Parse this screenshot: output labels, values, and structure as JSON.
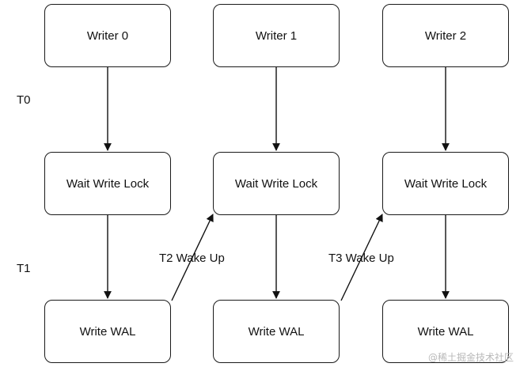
{
  "columns": [
    {
      "writer": "Writer 0",
      "wait": "Wait Write Lock",
      "write": "Write WAL"
    },
    {
      "writer": "Writer 1",
      "wait": "Wait Write Lock",
      "write": "Write WAL"
    },
    {
      "writer": "Writer 2",
      "wait": "Wait Write Lock",
      "write": "Write WAL"
    }
  ],
  "time_labels": {
    "t0": "T0",
    "t1": "T1"
  },
  "wake_labels": {
    "a": "T2 Wake Up",
    "b": "T3 Wake Up"
  },
  "credit": "@稀土掘金技术社区"
}
